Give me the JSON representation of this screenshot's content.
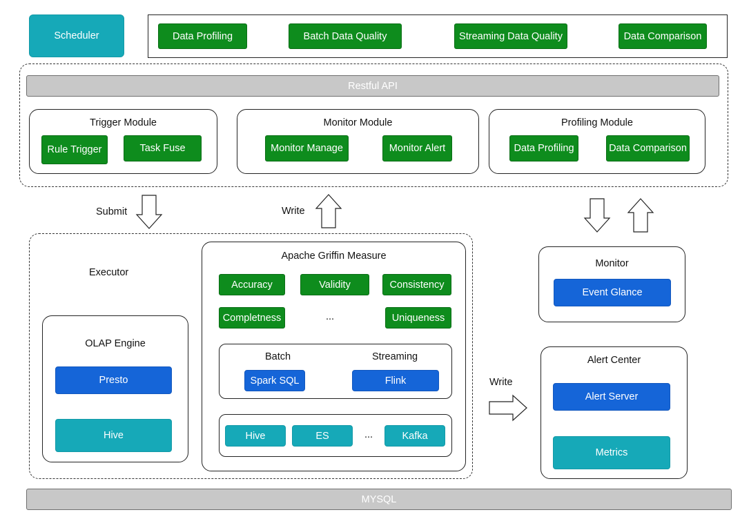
{
  "scheduler": "Scheduler",
  "top_features": [
    "Data Profiling",
    "Batch Data Quality",
    "Streaming Data Quality",
    "Data Comparison"
  ],
  "restful_api": "Restful API",
  "trigger_module": {
    "title": "Trigger Module",
    "items": [
      "Rule Trigger",
      "Task Fuse"
    ]
  },
  "monitor_module": {
    "title": "Monitor Module",
    "items": [
      "Monitor Manage",
      "Monitor Alert"
    ]
  },
  "profiling_module": {
    "title": "Profiling Module",
    "items": [
      "Data Profiling",
      "Data Comparison"
    ]
  },
  "arrows": {
    "submit": "Submit",
    "write_up": "Write",
    "write_right": "Write"
  },
  "executor": {
    "title": "Executor"
  },
  "olap_engine": {
    "title": "OLAP Engine",
    "items": [
      "Presto",
      "Hive"
    ]
  },
  "griffin": {
    "title": "Apache Griffin Measure",
    "dimensions": [
      "Accuracy",
      "Validity",
      "Consistency",
      "Completness",
      "...",
      "Uniqueness"
    ],
    "batch_label": "Batch",
    "streaming_label": "Streaming",
    "batch_engine": "Spark SQL",
    "streaming_engine": "Flink",
    "sources": [
      "Hive",
      "ES",
      "...",
      "Kafka"
    ]
  },
  "monitor": {
    "title": "Monitor",
    "item": "Event Glance"
  },
  "alert_center": {
    "title": "Alert Center",
    "items": [
      "Alert Server",
      "Metrics"
    ]
  },
  "mysql": "MYSQL",
  "colors": {
    "green": "#0e8c1d",
    "blue": "#1565d8",
    "teal": "#16a9b8",
    "gray": "#c8c8c8"
  }
}
